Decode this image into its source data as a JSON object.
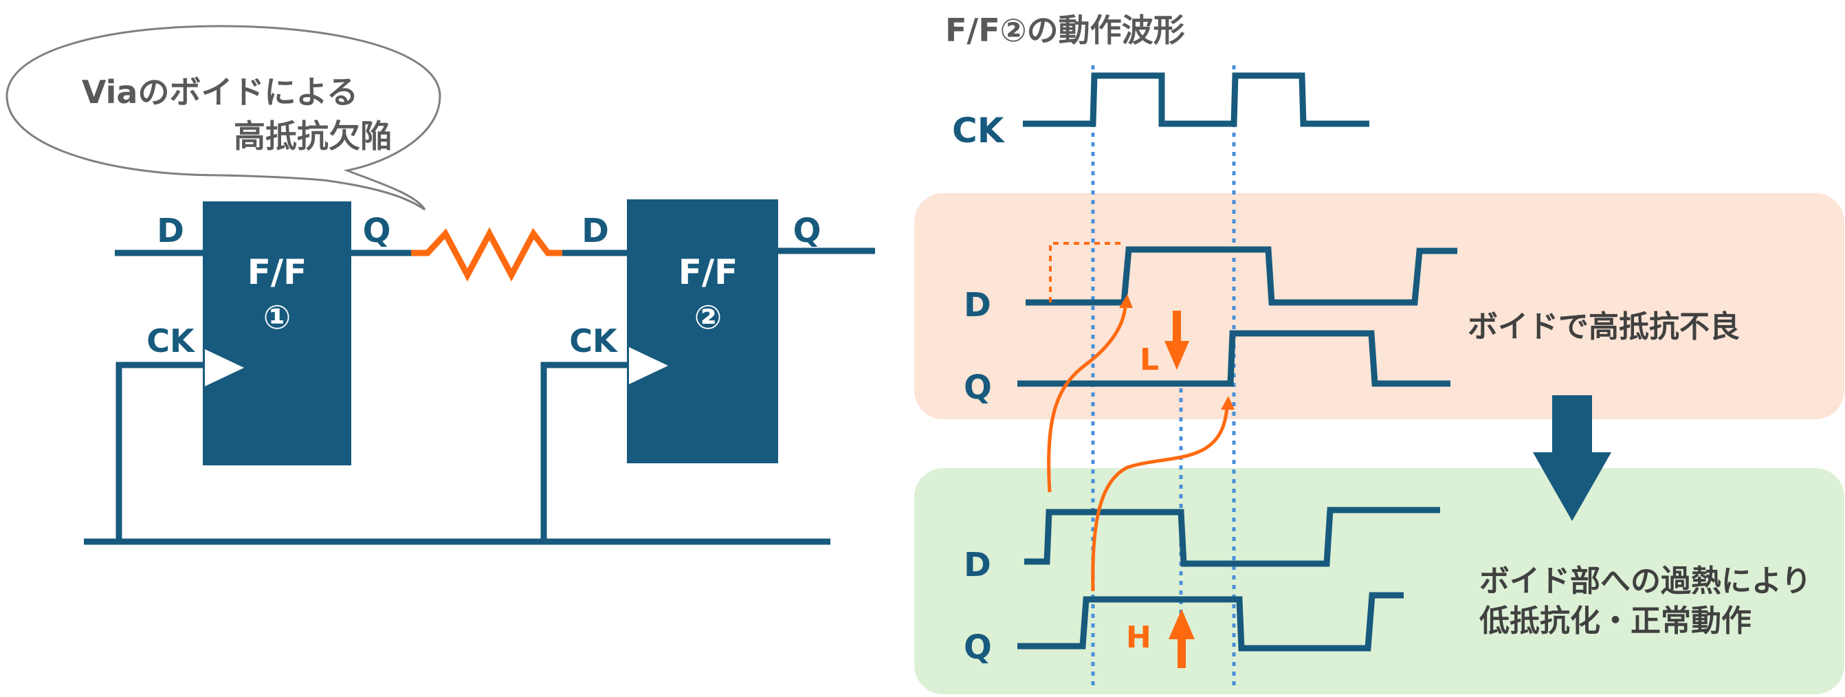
{
  "callout": {
    "line1": "Viaのボイドによる",
    "line2": "高抵抗欠陥"
  },
  "ff1": {
    "label": "F/F",
    "number": "①",
    "d": "D",
    "q": "Q",
    "ck": "CK"
  },
  "ff2": {
    "label": "F/F",
    "number": "②",
    "d": "D",
    "q": "Q",
    "ck": "CK"
  },
  "waveform": {
    "title": "F/F②の動作波形",
    "ck_label": "CK",
    "bad": {
      "d_label": "D",
      "q_label": "Q",
      "marker": "L",
      "caption": "ボイドで高抵抗不良"
    },
    "good": {
      "d_label": "D",
      "q_label": "Q",
      "marker": "H",
      "caption_line1": "ボイド部への過熱により",
      "caption_line2": "低抵抗化・正常動作"
    }
  },
  "colors": {
    "block": "#175a7d",
    "wire": "#175a7d",
    "resistor": "#ff6a10",
    "bad_bg": "#fce4d6",
    "good_bg": "#dcf0d5",
    "guide": "#4a90d9",
    "text_dark": "#595959"
  }
}
